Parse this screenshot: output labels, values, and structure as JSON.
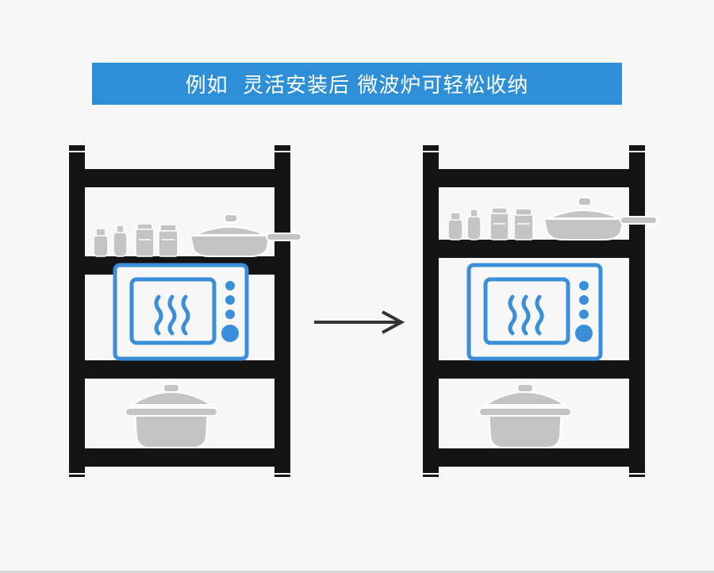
{
  "banner": {
    "text": "例如  灵活安装后 微波炉可轻松收纳"
  },
  "colors": {
    "background": "#f7f7f7",
    "banner": "#2f8fd6",
    "shelf": "#141414",
    "microwave": "#3a8fd8",
    "items": "#c4c4c4",
    "arrow": "#333333"
  },
  "icons": [
    "shelf-rack",
    "condiment-bottles",
    "frying-pan-icon",
    "microwave-icon",
    "rice-cooker-icon",
    "arrow-right-icon"
  ]
}
